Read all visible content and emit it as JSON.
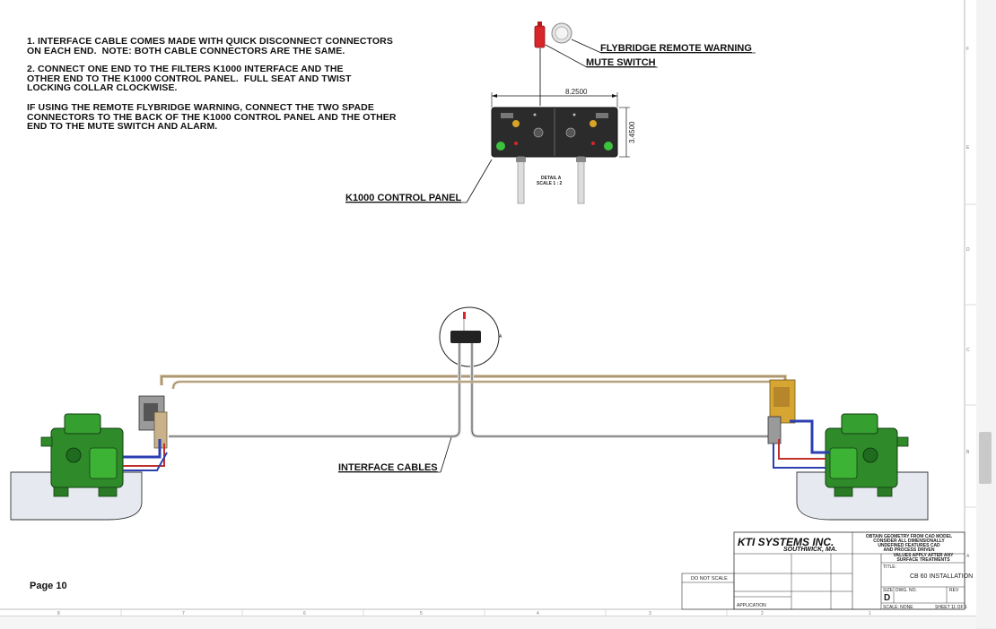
{
  "notes": {
    "n1": "1. INTERFACE CABLE COMES MADE WITH QUICK DISCONNECT CONNECTORS\nON EACH END.  NOTE: BOTH CABLE CONNECTORS ARE THE SAME.",
    "n2": "2. CONNECT ONE END TO THE FILTERS K1000 INTERFACE AND THE\nOTHER END TO THE K1000 CONTROL PANEL.  FULL SEAT AND TWIST\nLOCKING COLLAR CLOCKWISE.",
    "n3": "IF USING THE REMOTE FLYBRIDGE WARNING, CONNECT THE TWO SPADE\nCONNECTORS TO THE BACK OF THE K1000 CONTROL PANEL AND THE OTHER\nEND TO THE MUTE SWITCH AND ALARM."
  },
  "callouts": {
    "flybridge": "FLYBRIDGE REMOTE WARNING",
    "mute": "MUTE SWITCH",
    "control_panel": "K1000 CONTROL PANEL",
    "cables": "INTERFACE CABLES"
  },
  "dimensions": {
    "width": "8.2500",
    "height": "3.4500"
  },
  "detail": {
    "label": "DETAIL A",
    "scale": "SCALE 1 : 2",
    "marker": "A"
  },
  "page": {
    "label": "Page 10"
  },
  "title_block": {
    "company": "KTI SYSTEMS INC.",
    "location": "SOUTHWICK, MA.",
    "do_not_scale": "DO NOT SCALE",
    "title_label": "TITLE:",
    "title": "CB 60 INSTALLATION",
    "size_label": "SIZE",
    "size": "D",
    "dwg_label": "DWG.  NO.",
    "rev_label": "REV",
    "scale_label": "SCALE: NONE",
    "sheet": "SHEET 11 OF 1",
    "note_top": "OBTAIN GEOMETRY FROM CAD MODEL\nCONSIDER ALL DIMENSIONALLY\nUNDEFINED FEATURES CAD\nAND PROCESS DRIVEN",
    "note_values": "VALUES APPLY AFTER ANY\nSURFACE TREATMENTS",
    "application": "APPLICATION"
  },
  "zones": {
    "bottom": [
      "8",
      "7",
      "6",
      "5",
      "4",
      "3",
      "2",
      "1"
    ],
    "right": [
      "F",
      "E",
      "D",
      "C",
      "B",
      "A"
    ]
  },
  "colors": {
    "engine": "#2f8a2a",
    "cable": "#b07a3a",
    "hose": "#2b3fb0",
    "hose_red": "#c0302a",
    "mute_switch": "#d8262a"
  }
}
